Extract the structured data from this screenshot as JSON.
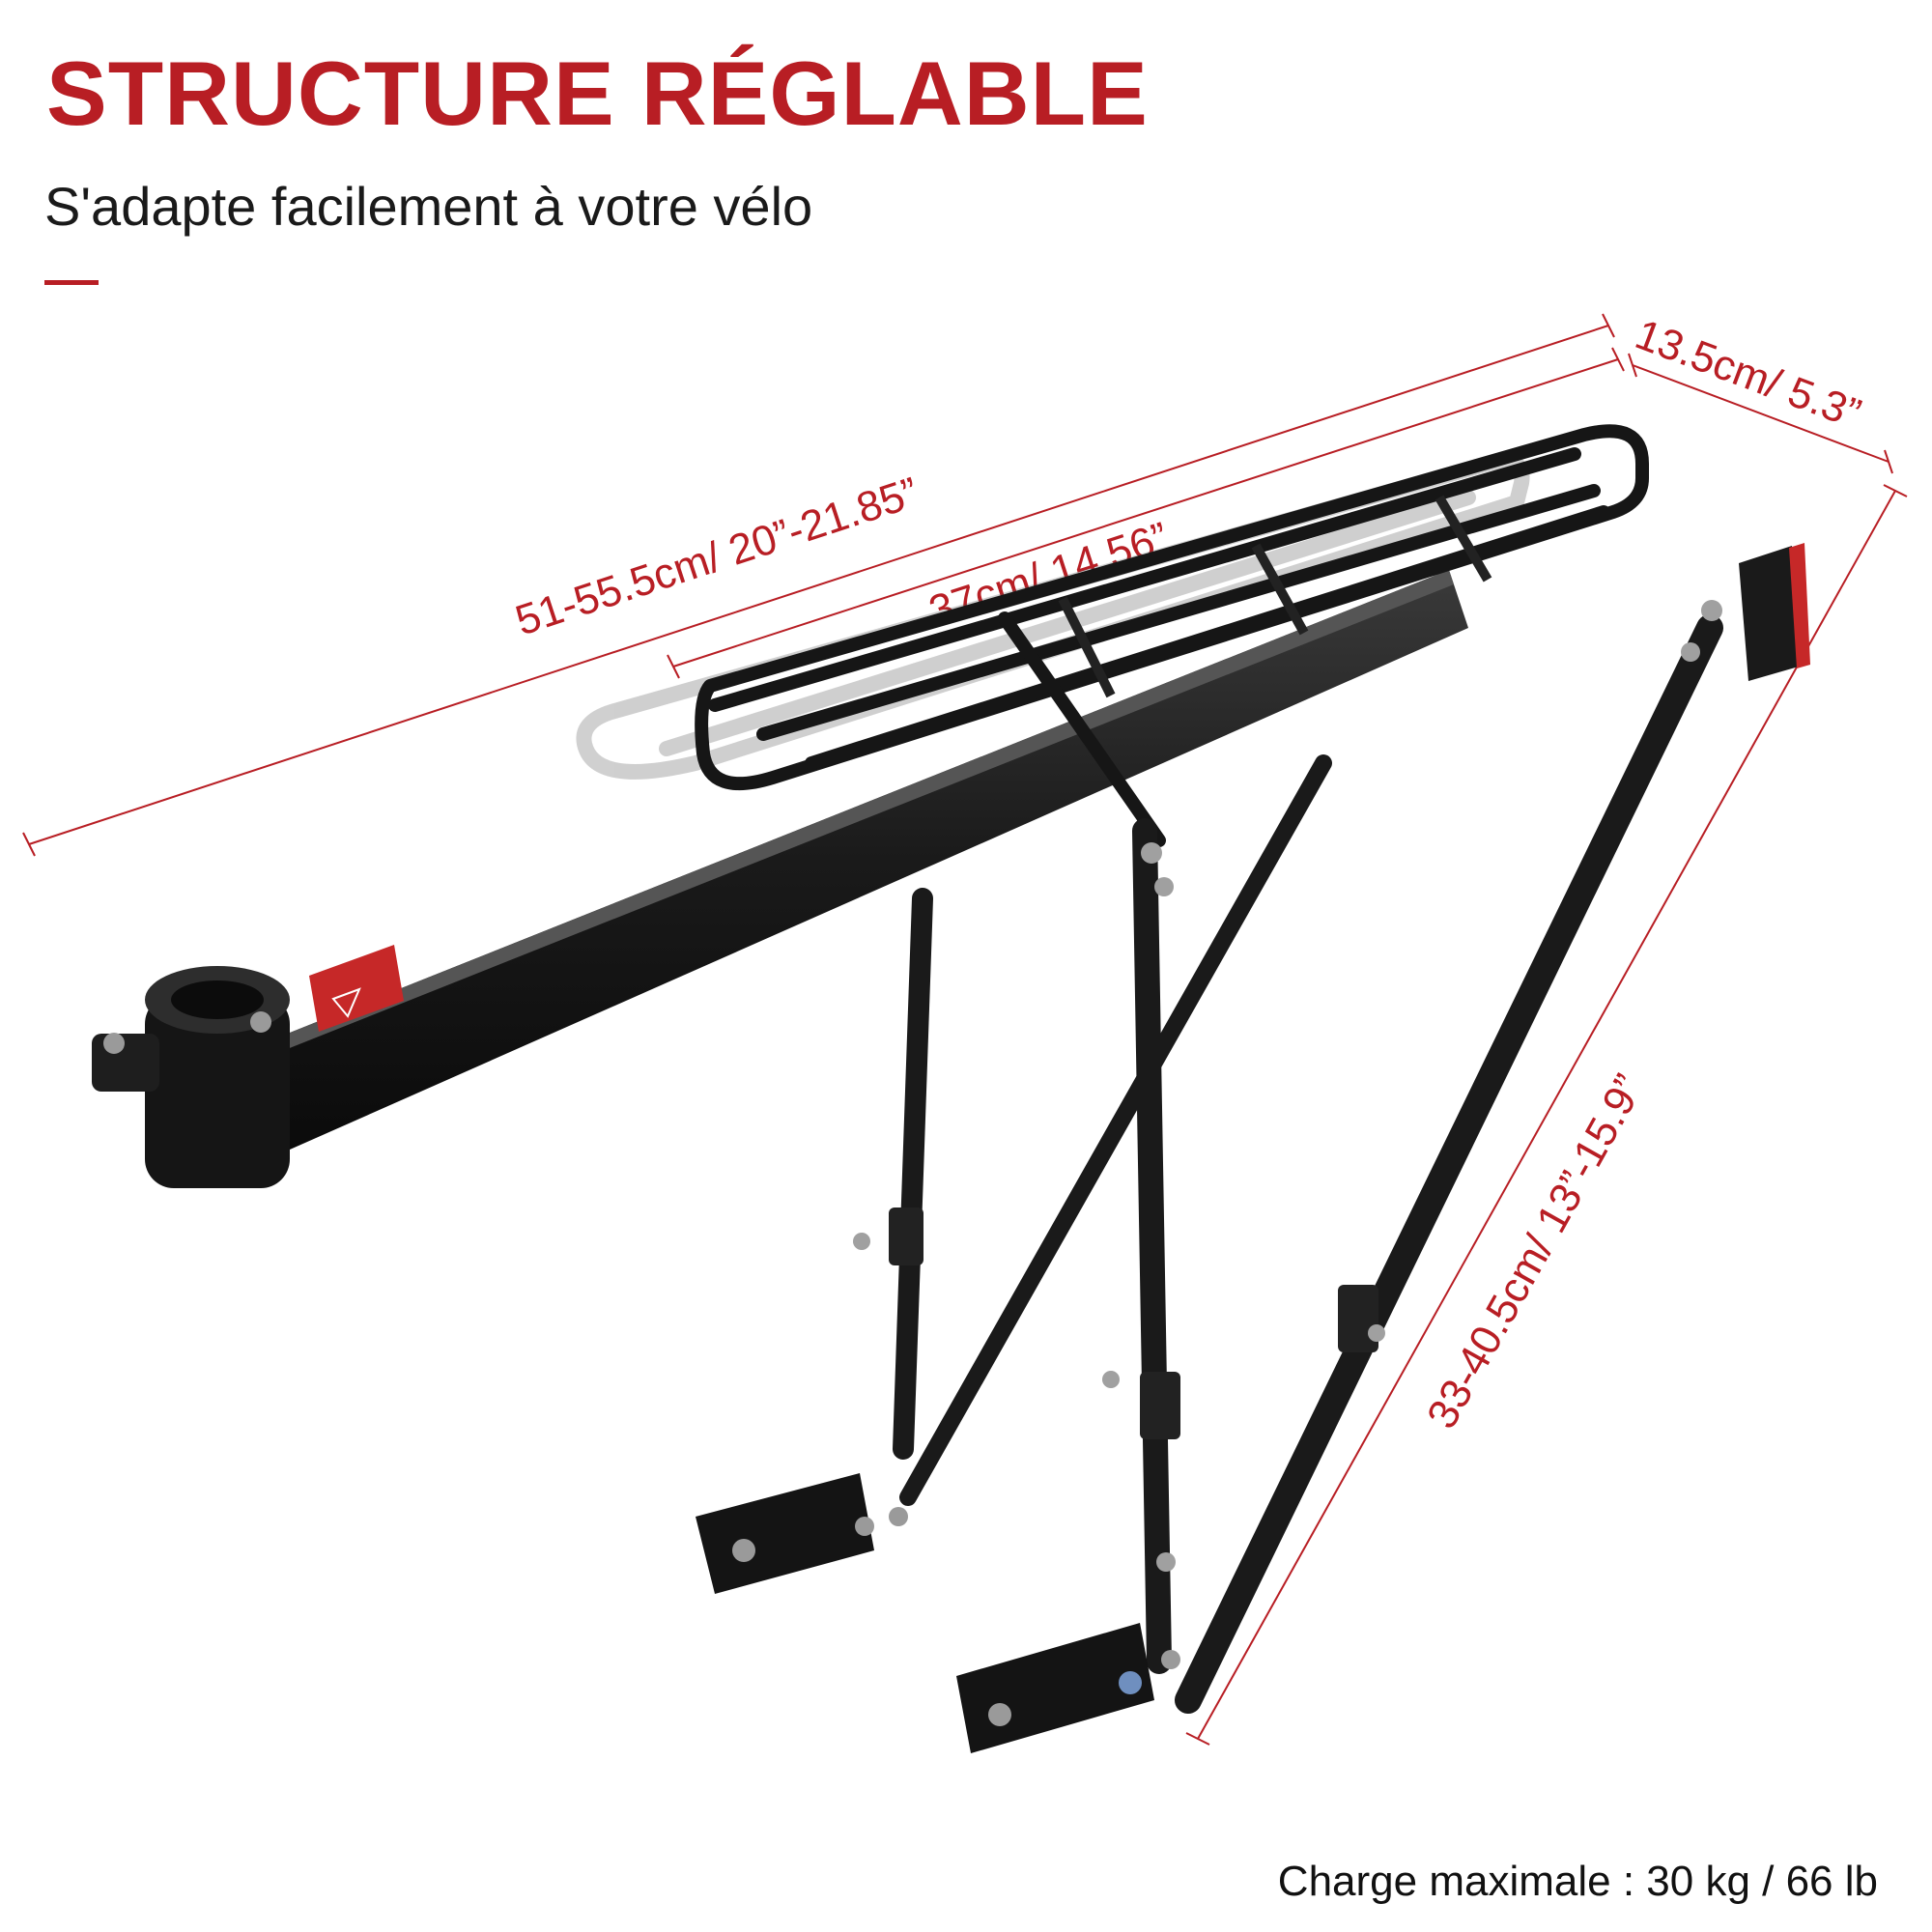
{
  "header": {
    "title": "STRUCTURE RÉGLABLE",
    "subtitle": "S'adapte facilement à votre vélo"
  },
  "dimensions": {
    "total_length": "51-55.5cm/ 20”-21.85”",
    "platform_length": "37cm/ 14.56”",
    "width": "13.5cm/ 5.3”",
    "height": "33-40.5cm/ 13”-15.9”"
  },
  "footer": {
    "max_load": "Charge maximale : 30 kg / 66 lb"
  },
  "colors": {
    "accent": "#b81e24",
    "product": "#1c1c1c",
    "background": "#ffffff"
  }
}
